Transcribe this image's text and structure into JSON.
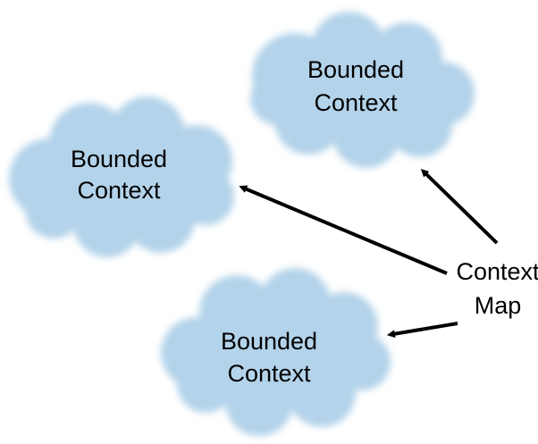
{
  "colors": {
    "cloud_fill": "#b3d3ea",
    "arrow": "#000000",
    "text": "#000000",
    "background": "#ffffff"
  },
  "clouds": [
    {
      "id": "top-right",
      "line1": "Bounded",
      "line2": "Context"
    },
    {
      "id": "left",
      "line1": "Bounded",
      "line2": "Context"
    },
    {
      "id": "bottom",
      "line1": "Bounded",
      "line2": "Context"
    }
  ],
  "context_map": {
    "line1": "Context",
    "line2": "Map"
  },
  "arrows": [
    {
      "from": "context-map",
      "to": "top-right-cloud"
    },
    {
      "from": "context-map",
      "to": "left-cloud"
    },
    {
      "from": "context-map",
      "to": "bottom-cloud"
    }
  ]
}
